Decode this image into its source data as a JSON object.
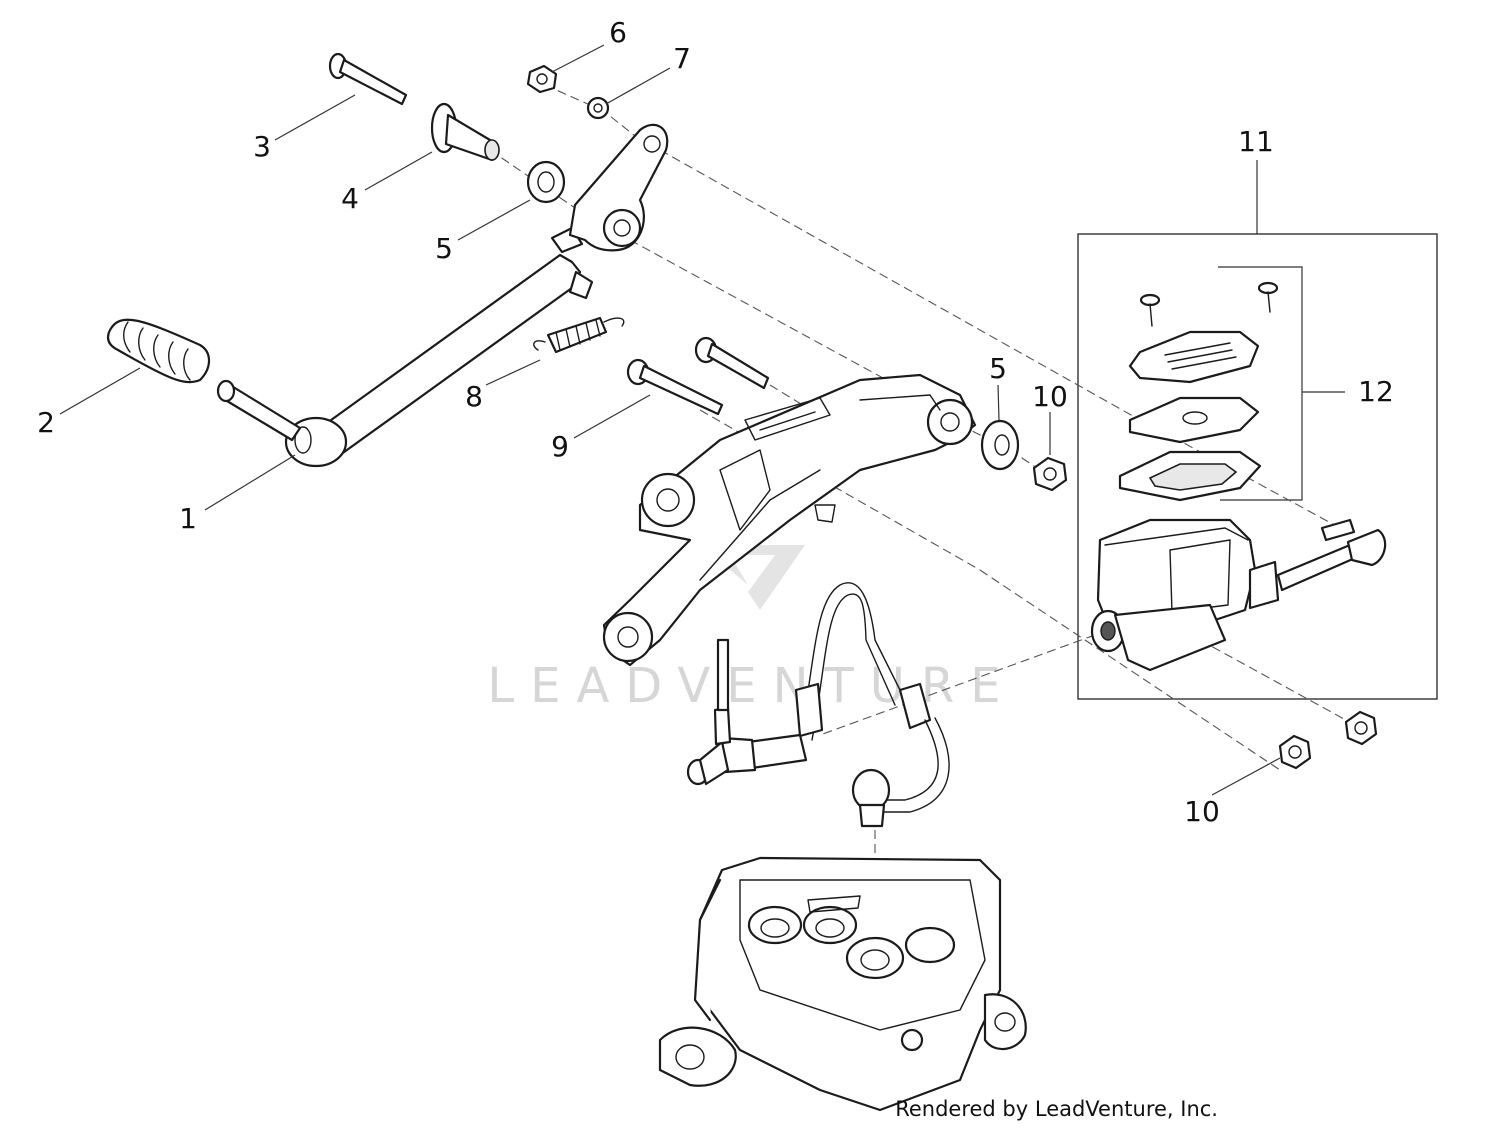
{
  "callouts": [
    {
      "id": "callout-1",
      "label": "1"
    },
    {
      "id": "callout-2",
      "label": "2"
    },
    {
      "id": "callout-3",
      "label": "3"
    },
    {
      "id": "callout-4",
      "label": "4"
    },
    {
      "id": "callout-5a",
      "label": "5"
    },
    {
      "id": "callout-6",
      "label": "6"
    },
    {
      "id": "callout-7",
      "label": "7"
    },
    {
      "id": "callout-8",
      "label": "8"
    },
    {
      "id": "callout-9",
      "label": "9"
    },
    {
      "id": "callout-5b",
      "label": "5"
    },
    {
      "id": "callout-10a",
      "label": "10"
    },
    {
      "id": "callout-11",
      "label": "11"
    },
    {
      "id": "callout-12",
      "label": "12"
    },
    {
      "id": "callout-10b",
      "label": "10"
    }
  ],
  "watermark": "LEADVENTURE",
  "credit": "Rendered by LeadVenture, Inc."
}
